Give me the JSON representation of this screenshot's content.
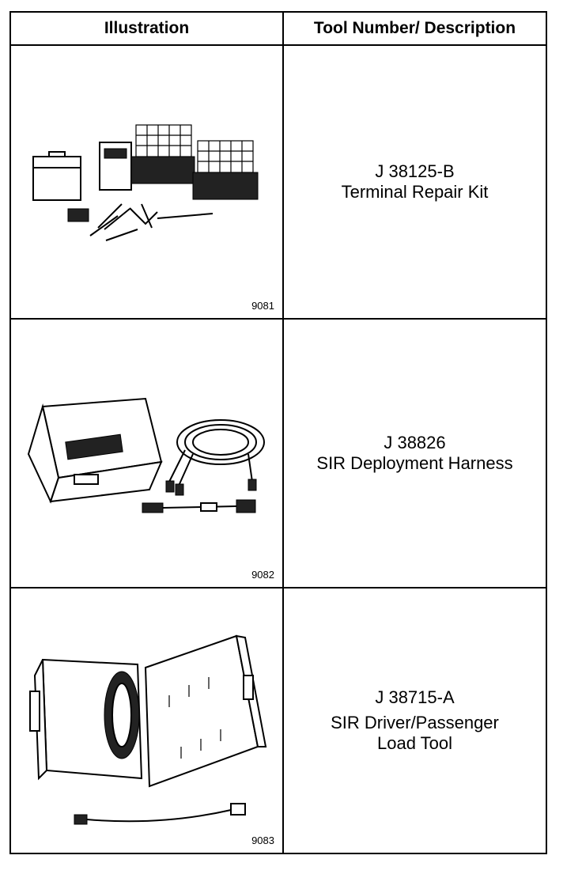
{
  "header": {
    "illustration": "Illustration",
    "tool_desc": "Tool Number/ Description"
  },
  "rows": [
    {
      "figure": "9081",
      "number": "J 38125-B",
      "description": "Terminal Repair Kit",
      "description2": ""
    },
    {
      "figure": "9082",
      "number": "J 38826",
      "description": "SIR Deployment Harness",
      "description2": ""
    },
    {
      "figure": "9083",
      "number": "J 38715-A",
      "description": "SIR Driver/Passenger",
      "description2": "Load Tool"
    }
  ]
}
